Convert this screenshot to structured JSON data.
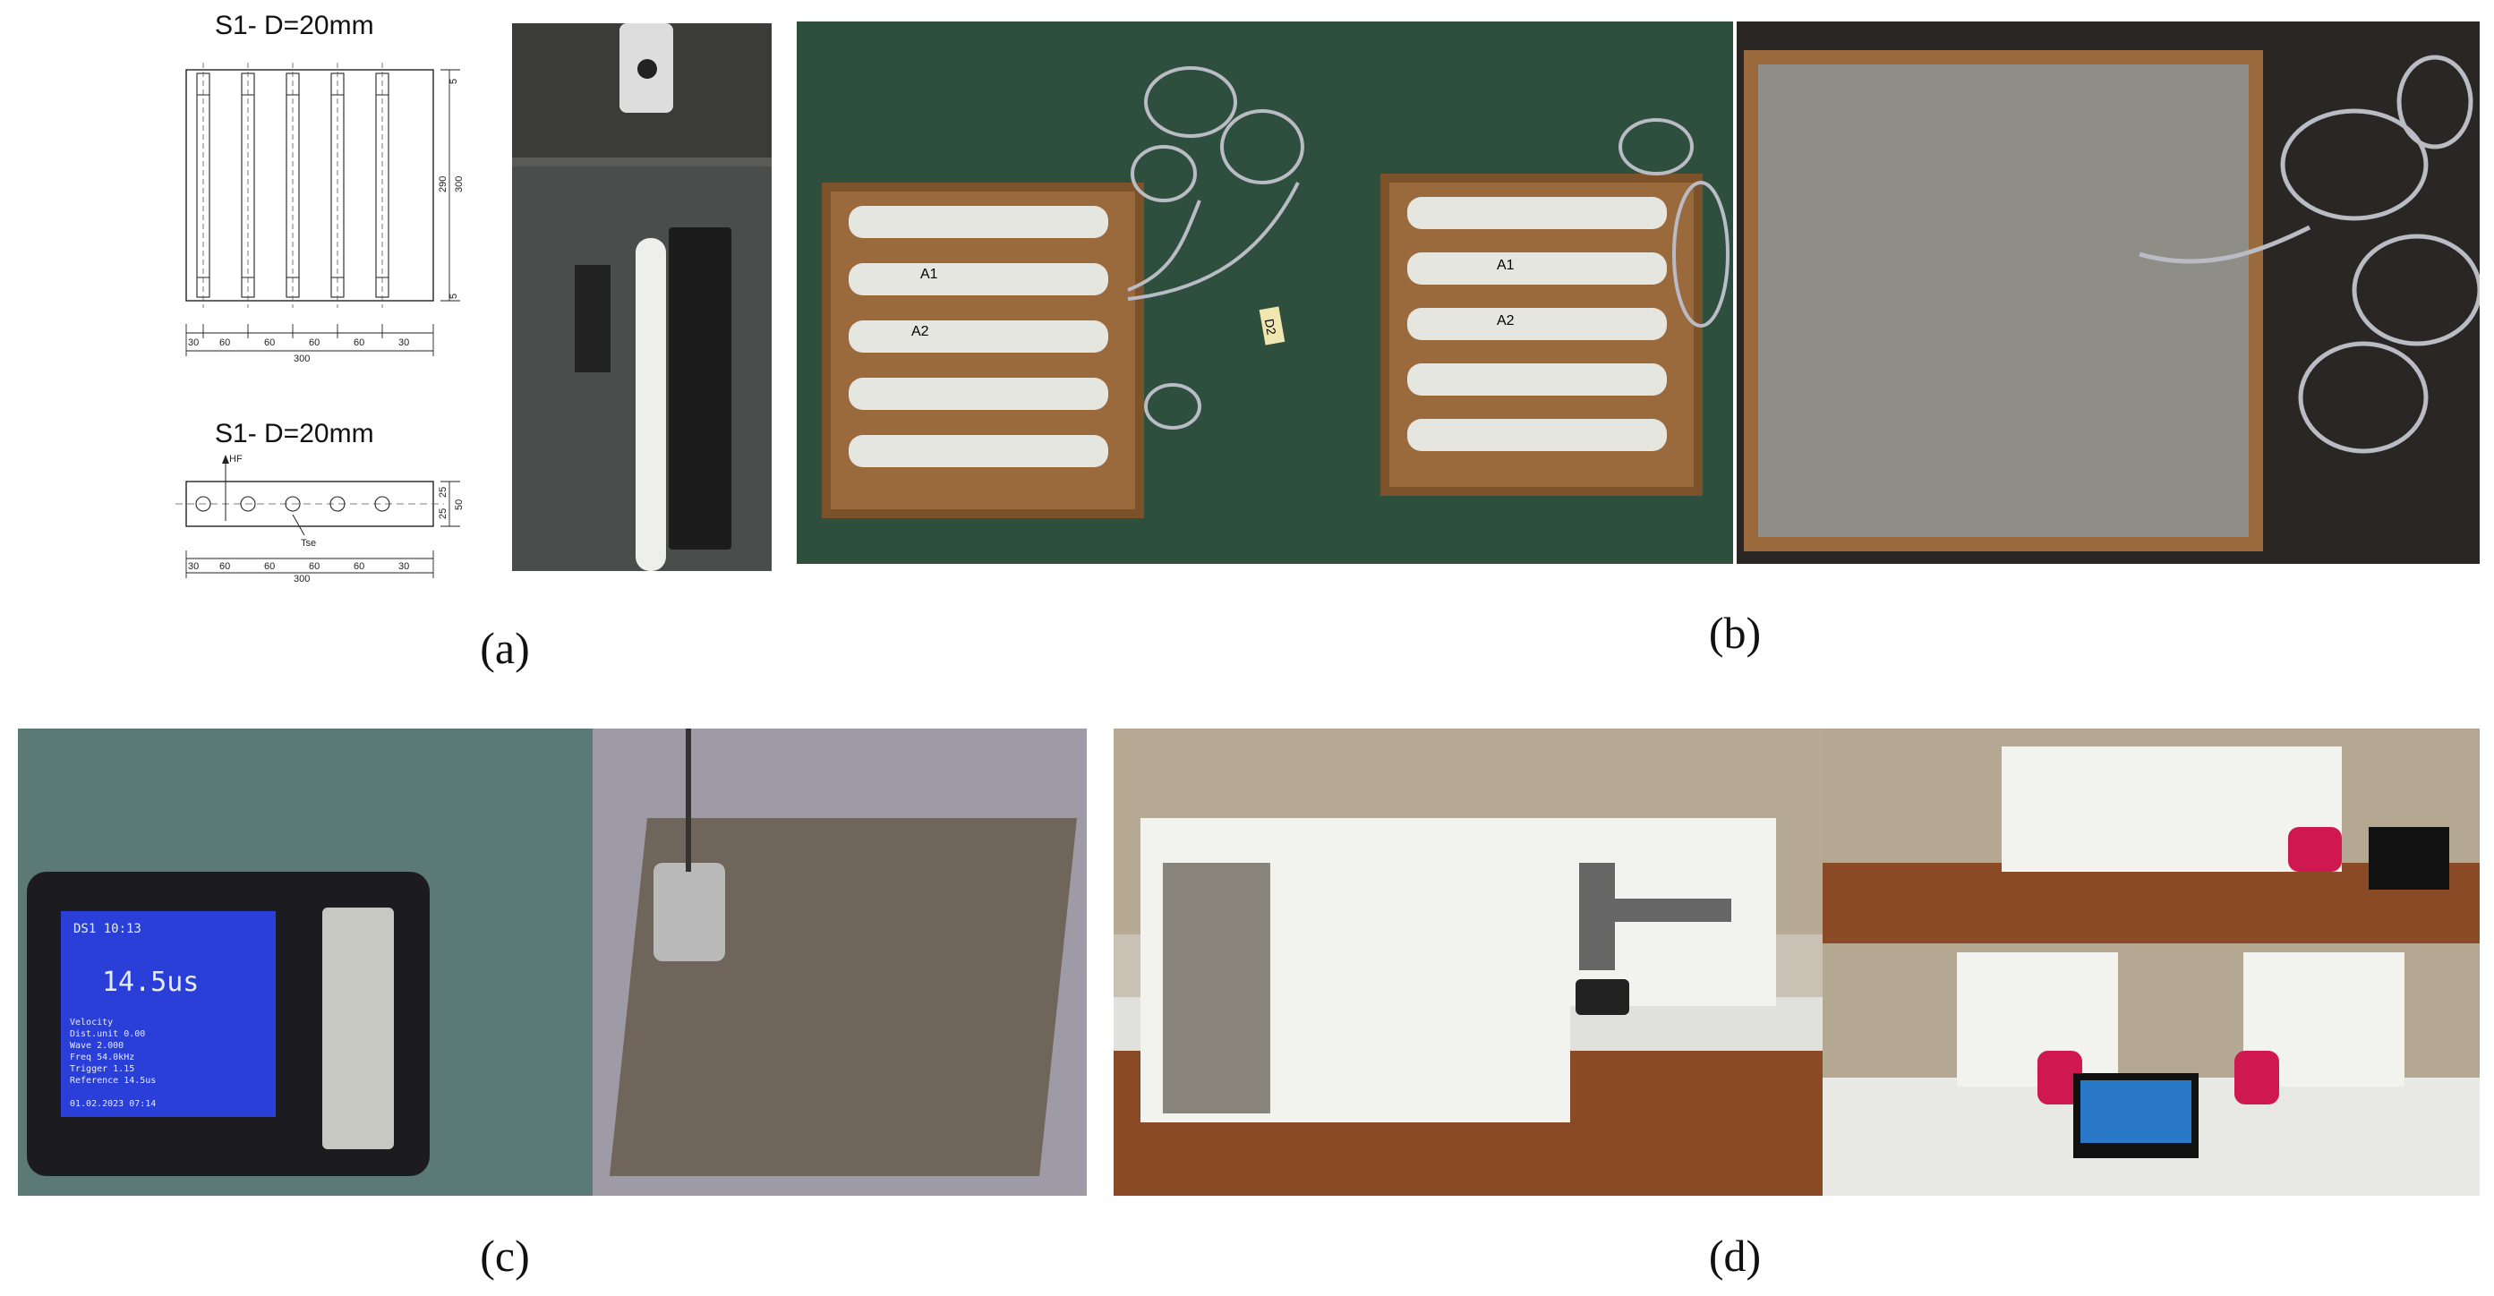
{
  "figure": {
    "captions": {
      "a": "(a)",
      "b": "(b)",
      "c": "(c)",
      "d": "(d)"
    }
  },
  "drawing_top": {
    "title": "S1- D=20mm",
    "bottom_dims": [
      "30",
      "60",
      "60",
      "60",
      "60",
      "30"
    ],
    "overall_width": "300",
    "side_dims": [
      "5",
      "290",
      "300",
      "5"
    ]
  },
  "drawing_bottom": {
    "title": "S1- D=20mm",
    "marker_hf": "HF",
    "marker_tse": "Tse",
    "bottom_dims": [
      "30",
      "60",
      "60",
      "60",
      "60",
      "30"
    ],
    "overall_width": "300",
    "side_dims": [
      "25",
      "25",
      "50"
    ]
  },
  "photo_b": {
    "tube_labels_left": [
      "A1",
      "A2"
    ],
    "tube_labels_right": [
      "A1",
      "A2"
    ],
    "tag_text": "D2"
  },
  "photo_c": {
    "device_reading": "14.5us",
    "device_header": "DS1 10:13",
    "device_lines": [
      "Velocity",
      "Dist.unit 0.00",
      "Wave 2.000",
      "Freq 54.0kHz",
      "Trigger 1.15",
      "Reference 14.5us"
    ],
    "device_footer": "01.02.2023 07:14"
  },
  "colors": {
    "mat_green": "#2f4f3e",
    "concrete": "#8e8e86",
    "wood": "#9a6a3c",
    "pvc": "#e6e6e1",
    "device_screen": "#2a3fd8",
    "styrofoam": "#f2f2ef"
  }
}
